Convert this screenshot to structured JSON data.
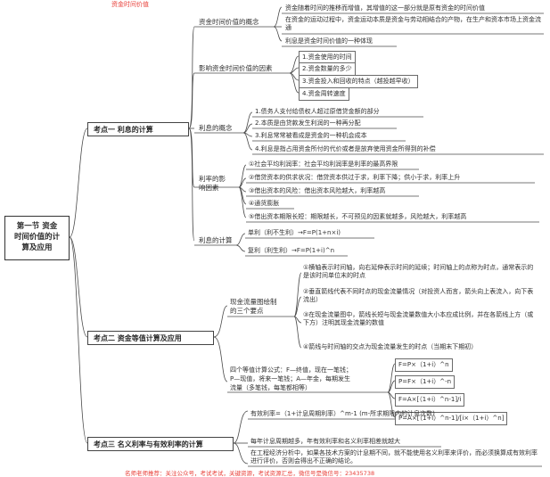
{
  "root": {
    "line1": "第一节 资金",
    "line2": "时间价值的计",
    "line3": "算及应用"
  },
  "header_note": "资金时间价值",
  "topics": [
    {
      "label": "考点一 利息的计算"
    },
    {
      "label": "考点二 资金等值计算及应用"
    },
    {
      "label": "考点三 名义利率与有效利率的计算"
    }
  ],
  "t1": {
    "concept": {
      "label": "资金时间价值的概念",
      "items": [
        "资金随着时间的推移而增值，其增值的这一部分就是原有资金的时间价值",
        "在资金的运动过程中，资金运动本质是资金与劳动相结合的产物，在生产和资本市场上资金流通",
        "利息是资金时间价值的一种体现"
      ]
    },
    "factors": {
      "label": "影响资金时间价值的因素",
      "items": [
        "1.资金使用的时间",
        "2.资金数量的多少",
        "3.资金投入和回收的特点（越投越早收）",
        "4.资金周转速度"
      ]
    },
    "interest": {
      "label": "利息的概念",
      "items": [
        "1.债务人支付给债权人超过原借贷金额的部分",
        "2.本质是由贷款发生利润的一种再分配",
        "3.利息常常被看成是资金的一种机会成本",
        "4.利息是指占用资金所付的代价或者是放弃使用资金所得到的补偿"
      ]
    },
    "rate": {
      "label1": "利率的影",
      "label2": "响因素",
      "items": [
        "①社会平均利润率：社会平均利润率是利率的最高界限",
        "②借贷资本的供求状况：借贷资本供过于求，利率下降；供小于求，利率上升",
        "③借出资本的风险：借出资本风险越大，利率越高",
        "④通货膨胀",
        "⑤借出资本期限长短：期限越长，不可预见的因素就越多，风险越大，利率越高"
      ]
    },
    "calc": {
      "label": "利息的计算",
      "items": [
        "单利（利不生利）→F=P(1+n×i)",
        "复利（利生利）→F=P(1+i)^n"
      ]
    }
  },
  "t2": {
    "cashflow": {
      "label1": "现金流量图绘制",
      "label2": "的三个要点",
      "items": [
        "①横轴表示时间轴，向右延伸表示时间的延续；时间轴上的点称为时点，通常表示的是该时间单位末的时点",
        "②垂直箭线代表不同时点的现金流量情况（对投资人而言，箭头向上表流入，向下表流出）",
        "③在现金流量图中，箭线长短与现金流量数值大小本应成比例，并在各箭线上方（或下方）注明其现金流量的数值",
        "④箭线与时间轴的交点为现金流量发生的时点（当期末下期初）"
      ]
    },
    "formulas": {
      "label1": "四个等值计算公式：F—终值，现在一笔钱；",
      "label2": "P—现值，将来一笔钱；A—年金，每期发生",
      "label3": "流量（多笔钱，每笔都相等）",
      "items": [
        "F=P×（1+i）^n",
        "P=F×（1+i）^-n",
        "F=A×[（1+i）^n-1]/i",
        "P=A×[（1+i）^n-1]/[i×（1+i）^n]"
      ]
    }
  },
  "t3": {
    "items": [
      "有效利率=（1+计息周期利率）^m-1    (m-所求期限内的计息次数)",
      "每年计息周期越多，年有效利率和名义利率相差就越大",
      "在工程经济分析中，如果各技术方案的计息期不同，就不能使用名义利率来评价，而必须换算成有效利率进行评价，否则会得出不正确的结论。"
    ]
  },
  "footer": "名师老师推荐：关注公众号，考试考试，关键资源，考试资源汇总，微信号是微信号：23435738"
}
